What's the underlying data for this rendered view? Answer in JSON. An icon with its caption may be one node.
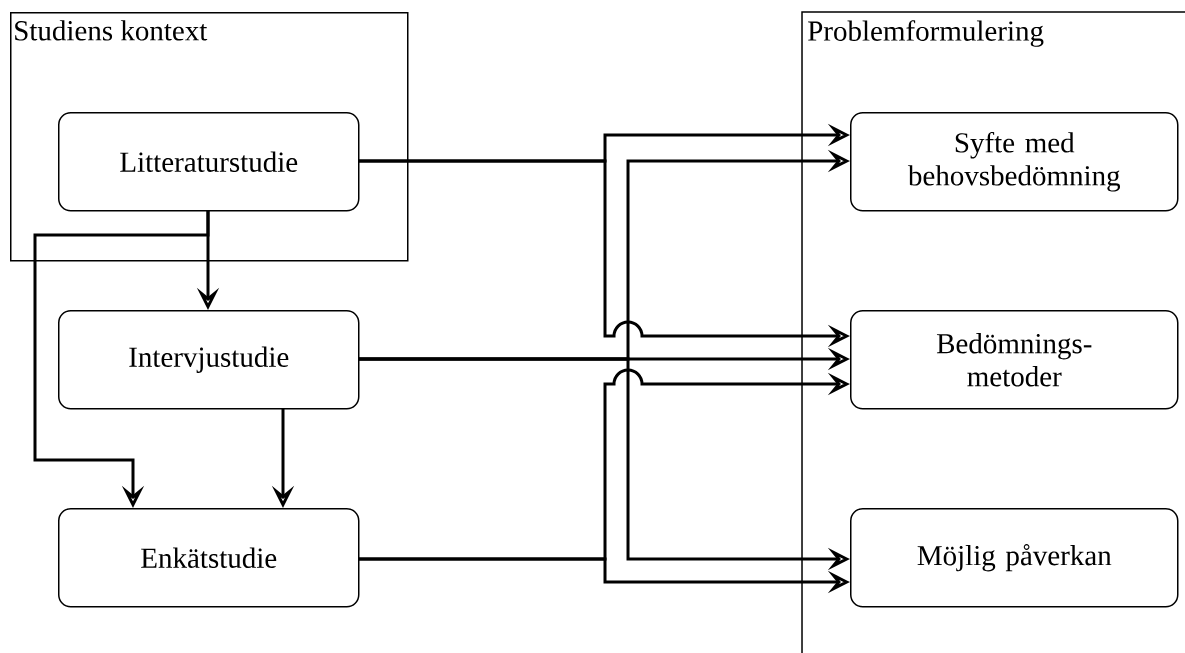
{
  "diagram": {
    "nodes": [
      {
        "text": [
          "Studiens kontext"
        ]
      },
      {
        "text": [
          "Litteraturstudie"
        ],
        "in": 0
      },
      {
        "text": [
          "Intervjustudie"
        ]
      },
      {
        "text": [
          "Enkätstudie"
        ]
      },
      {
        "text": [
          "Problemformulering"
        ]
      },
      {
        "text": [
          "Syfte med behovsbedömning"
        ],
        "in": 4
      },
      {
        "text": [
          "Bedömnings- metoder"
        ],
        "in": 4
      },
      {
        "text": [
          "Möjlig påverkan"
        ],
        "in": 4
      }
    ],
    "edges": [
      {
        "from": 1,
        "to": 2,
        "arrow": "to"
      },
      {
        "from": 1,
        "to": 3,
        "arrow": "to"
      },
      {
        "from": 2,
        "to": 3,
        "arrow": "to"
      },
      {
        "from": 1,
        "to": 5,
        "arrow": "to"
      },
      {
        "from": 1,
        "to": 6,
        "arrow": "to"
      },
      {
        "from": 2,
        "to": 6,
        "arrow": "to"
      },
      {
        "from": 2,
        "to": 5,
        "arrow": "to"
      },
      {
        "from": 2,
        "to": 7,
        "arrow": "to"
      },
      {
        "from": 3,
        "to": 6,
        "arrow": "to"
      },
      {
        "from": 3,
        "to": 7,
        "arrow": "to"
      }
    ]
  }
}
